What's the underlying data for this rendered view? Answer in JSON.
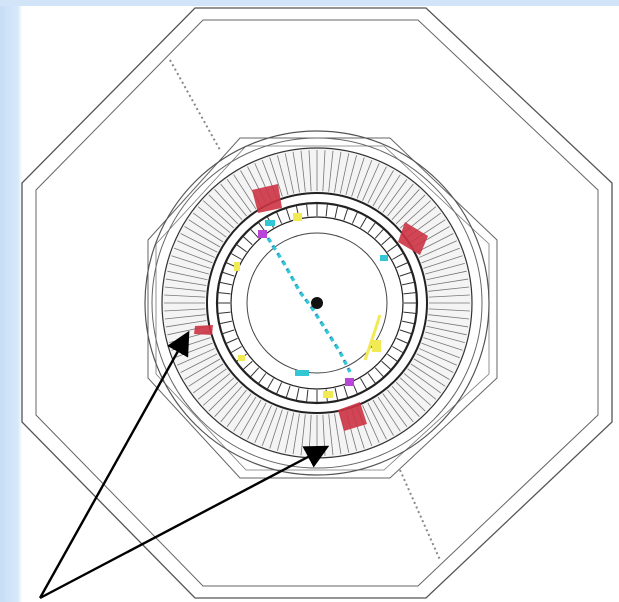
{
  "figure": {
    "kind": "detector-event-display",
    "colors": {
      "background": "#ffffff",
      "side_band": "#c7ddf6",
      "outline": "#444444",
      "calorimeter_hit": "#cc3344",
      "track_hit": "#33c7d6",
      "yellow_hit": "#f2ea55",
      "magenta_hit": "#b844d8",
      "pointer_arrow": "#000000"
    },
    "annotations": {
      "arrows": 2,
      "arrow_targets": [
        "calorimeter-hit-left",
        "calorimeter-hit-bottom"
      ]
    }
  }
}
